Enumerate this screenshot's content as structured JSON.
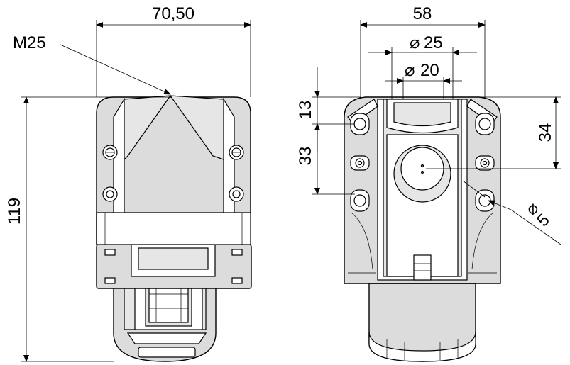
{
  "left_view": {
    "width_label": "70,50",
    "thread_label": "M25",
    "height_label": "119"
  },
  "right_view": {
    "width_label": "58",
    "dia_outer_symbol": "⌀",
    "dia_outer_value": "25",
    "dia_inner_symbol": "⌀",
    "dia_inner_value": "20",
    "top_offset_label": "13",
    "hole_spacing_label": "33",
    "center_height_label": "34",
    "hole_dia_symbol": "⌀",
    "hole_dia_value": "5"
  }
}
